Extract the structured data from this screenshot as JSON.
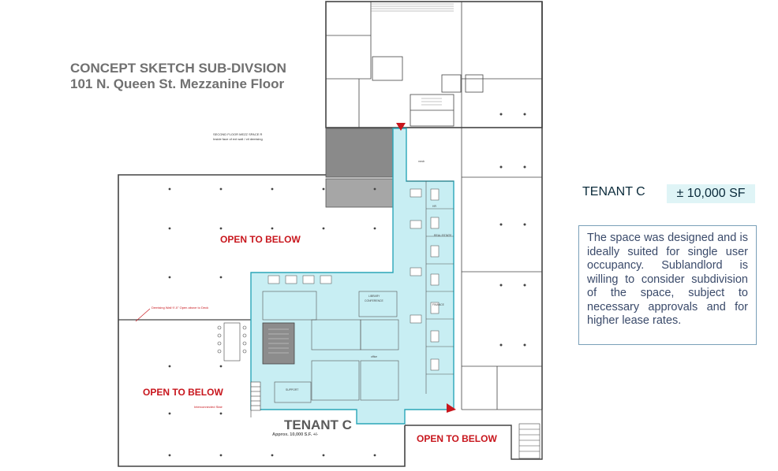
{
  "header": {
    "title": "CONCEPT SKETCH SUB-DIVSION",
    "subtitle": "101 N. Queen St. Mezzanine Floor"
  },
  "tenant": {
    "name": "TENANT C",
    "area": "± 10,000 SF",
    "description": "The space was designed and is ideally suited for single user occupancy. Sublandlord is willing to consider subdivision of the space, subject to necessary approvals and for higher lease rates."
  },
  "plan": {
    "open_to_below": [
      "OPEN TO BELOW",
      "OPEN TO BELOW",
      "OPEN TO BELOW"
    ],
    "tenant_label": "TENANT C",
    "tenant_approx": "Approx. 10,000 S.F. +/-",
    "note_second_floor": "SECOND FLOOR MEZZ SPACE R",
    "note_inside_face": "Inside face of ext wall / ctl demising",
    "note_demising_wall": "Demising Wall 9'-0\" Open above to Deck",
    "note_interconnected_stair": "Interconnected Stair",
    "room_labels": {
      "library": "LIBRARY",
      "conference": "CONFERENCE",
      "real_estate": "REAL ESTATE",
      "support": "SUPPORT",
      "office": "office",
      "hr": "HR",
      "finance": "FINANCE",
      "mech": "mech"
    }
  },
  "colors": {
    "tenant_fill": "#c8eef3",
    "tenant_outline": "#2aa6b8",
    "highlight_red": "#c8161d",
    "title_gray": "#707070"
  }
}
